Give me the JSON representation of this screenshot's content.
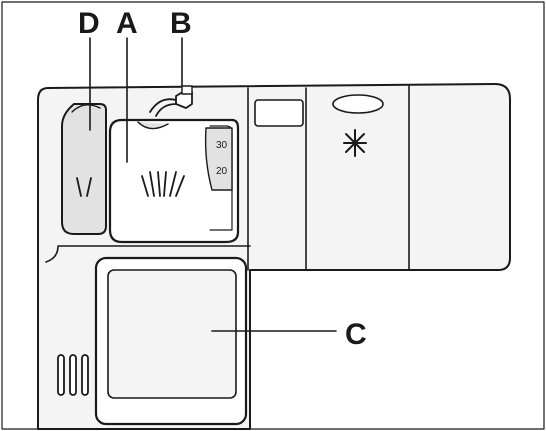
{
  "labels": {
    "d": "D",
    "a": "A",
    "b": "B",
    "c": "C"
  },
  "dose_marks": {
    "upper": "30",
    "lower": "20"
  },
  "symbols": {
    "rinse_aid": "✳"
  },
  "colors": {
    "line": "#1a1a1a",
    "panel": "#f4f4f4",
    "shade": "#e2e2e2"
  }
}
